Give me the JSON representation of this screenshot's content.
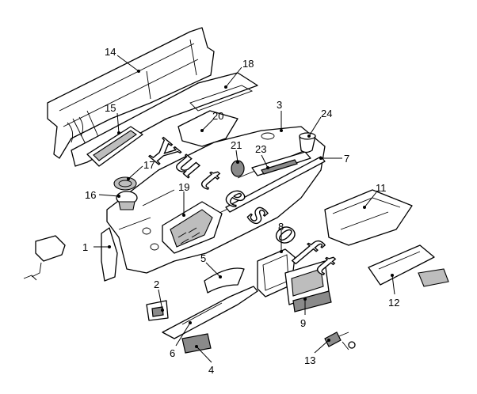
{
  "callouts": [
    {
      "id": "part-1",
      "label": "1"
    },
    {
      "id": "part-2",
      "label": "2"
    },
    {
      "id": "part-3",
      "label": "3"
    },
    {
      "id": "part-4",
      "label": "4"
    },
    {
      "id": "part-5",
      "label": "5"
    },
    {
      "id": "part-6",
      "label": "6"
    },
    {
      "id": "part-7",
      "label": "7"
    },
    {
      "id": "part-8",
      "label": "8"
    },
    {
      "id": "part-9",
      "label": "9"
    },
    {
      "id": "part-11",
      "label": "11"
    },
    {
      "id": "part-12",
      "label": "12"
    },
    {
      "id": "part-13",
      "label": "13"
    },
    {
      "id": "part-14",
      "label": "14"
    },
    {
      "id": "part-15",
      "label": "15"
    },
    {
      "id": "part-16",
      "label": "16"
    },
    {
      "id": "part-17",
      "label": "17"
    },
    {
      "id": "part-18",
      "label": "18"
    },
    {
      "id": "part-19",
      "label": "19"
    },
    {
      "id": "part-20",
      "label": "20"
    },
    {
      "id": "part-21",
      "label": "21"
    },
    {
      "id": "part-23",
      "label": "23"
    },
    {
      "id": "part-24",
      "label": "24"
    }
  ],
  "watermark": {
    "letters": [
      "Y",
      "u",
      "t",
      "e",
      "s",
      "o",
      "f",
      "t"
    ]
  }
}
